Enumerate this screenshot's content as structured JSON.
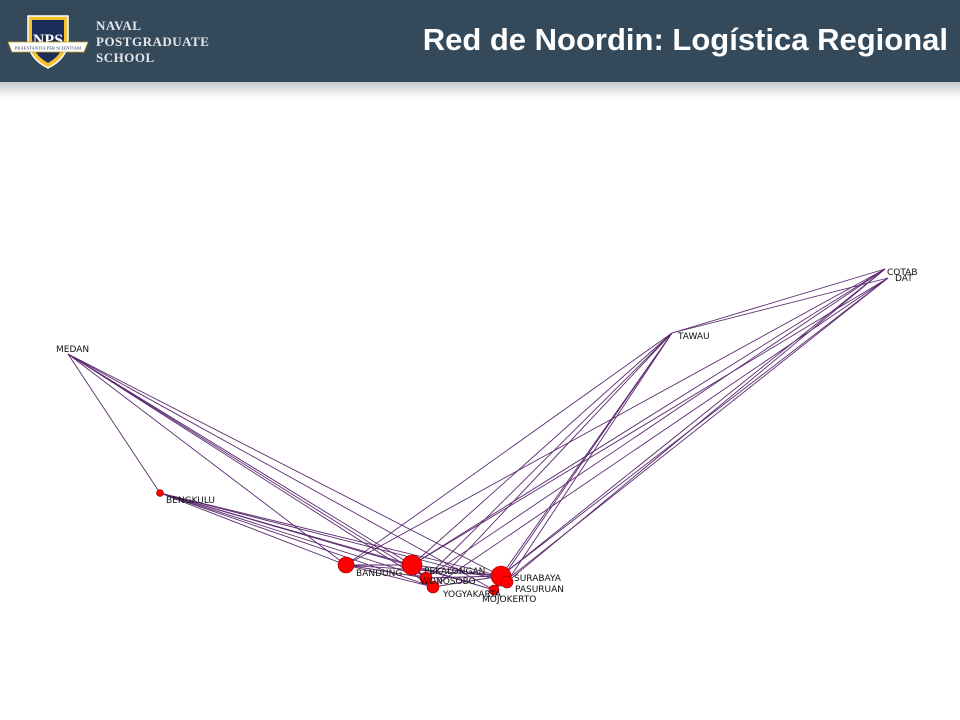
{
  "header": {
    "title": "Red de Noordin: Logística Regional",
    "school_lines": [
      "NAVAL",
      "POSTGRADUATE",
      "SCHOOL"
    ],
    "logo_text": "NPS",
    "logo_ribbon": "PRAESTANTIA PER SCIENTIAM",
    "bg_color": "#34495a"
  },
  "network": {
    "edge_color": "#5b2a6e",
    "node_color": "#ff0000",
    "nodes": [
      {
        "id": "medan",
        "label": "MEDAN"
      },
      {
        "id": "bengkulu",
        "label": "BENGKULU"
      },
      {
        "id": "tawau",
        "label": "TAWAU"
      },
      {
        "id": "cotab",
        "label": "COTAB"
      },
      {
        "id": "dat",
        "label": "DAT"
      },
      {
        "id": "bandung",
        "label": "BANDUNG"
      },
      {
        "id": "pekalongan",
        "label": "PEKALONGAN"
      },
      {
        "id": "wonosobo",
        "label": "WONOSOBO"
      },
      {
        "id": "yogyakarta",
        "label": "YOGYAKARTA"
      },
      {
        "id": "surabaya",
        "label": "SURABAYA"
      },
      {
        "id": "pasuruan",
        "label": "PASURUAN"
      },
      {
        "id": "mojokerto",
        "label": "MOJOKERTO"
      }
    ]
  }
}
